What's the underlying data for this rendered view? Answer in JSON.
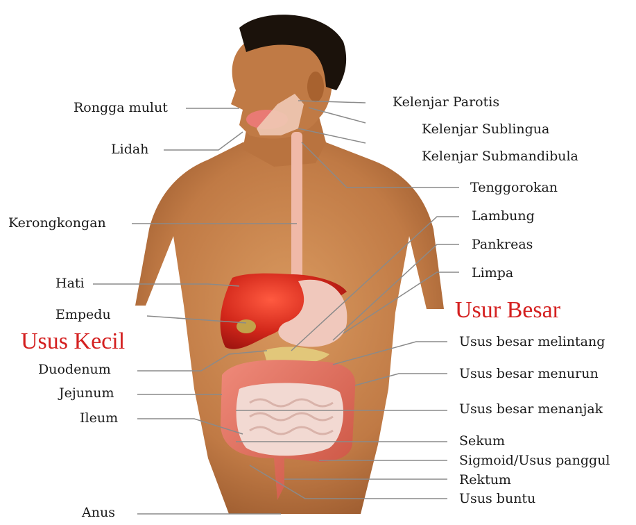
{
  "headings": {
    "small_intestine": "Usus Kecil",
    "large_intestine": "Usur Besar"
  },
  "labels": {
    "mouth": "Rongga mulut",
    "tongue": "Lidah",
    "esophagus": "Kerongkongan",
    "liver": "Hati",
    "gallbladder": "Empedu",
    "duodenum": "Duodenum",
    "jejunum": "Jejunum",
    "ileum": "Ileum",
    "anus": "Anus",
    "parotid": "Kelenjar Parotis",
    "sublingual": "Kelenjar Sublingua",
    "submandibular": "Kelenjar Submandibula",
    "throat": "Tenggorokan",
    "stomach": "Lambung",
    "pancreas": "Pankreas",
    "spleen": "Limpa",
    "transverse_colon": "Usus besar melintang",
    "descending_colon": "Usus besar menurun",
    "ascending_colon": "Usus besar menanjak",
    "cecum": "Sekum",
    "sigmoid": "Sigmoid/Usus panggul",
    "rectum": "Rektum",
    "appendix": "Usus buntu"
  },
  "colors": {
    "heading": "#d42020",
    "label": "#1a1a1a",
    "leader": "#8a8a8a",
    "skin": "#c58452",
    "liver": "#c8231a",
    "colon": "#d9685a",
    "small_intestine": "#f2d4cc"
  }
}
